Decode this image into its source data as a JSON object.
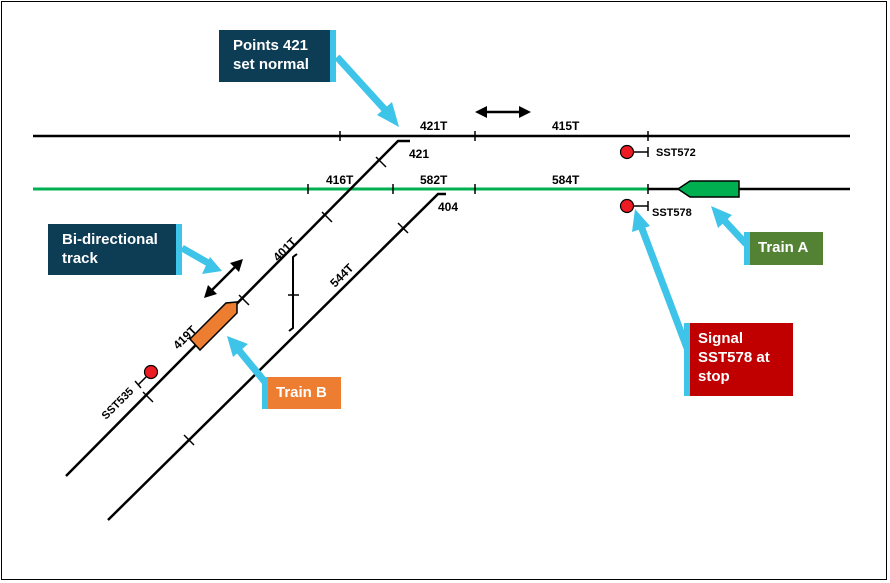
{
  "diagram": {
    "title": "Track layout with points, signals and trains",
    "colors": {
      "track": "#000000",
      "set_route": "#00b050",
      "train_a": "#00b050",
      "train_b": "#ed7d31",
      "signal_stop": "#ed1c24",
      "callout_arrow": "#3ec4e8",
      "callout_navy": "#0d3c55",
      "callout_green": "#548235",
      "callout_orange": "#ed7d31",
      "callout_red": "#c00000"
    },
    "track_sections": {
      "t421": "421T",
      "t415": "415T",
      "t416": "416T",
      "t582": "582T",
      "t584": "584T",
      "t401": "401T",
      "t419": "419T",
      "t544": "544T"
    },
    "points": {
      "p421": "421",
      "p404": "404"
    },
    "signals": {
      "s572": {
        "label": "SST572",
        "aspect": "stop"
      },
      "s578": {
        "label": "SST578",
        "aspect": "stop"
      },
      "s535": {
        "label": "SST535",
        "aspect": "stop"
      }
    },
    "trains": {
      "a": {
        "name": "Train A",
        "direction": "westbound"
      },
      "b": {
        "name": "Train B",
        "direction": "north-east"
      }
    },
    "callouts": {
      "points": "Points 421 set normal",
      "points_line1": "Points 421",
      "points_line2": "set normal",
      "bidir_line1": "Bi-directional",
      "bidir_line2": "track",
      "signal_line1": "Signal",
      "signal_line2": "SST578 at",
      "signal_line3": "stop",
      "train_a": "Train A",
      "train_b": "Train B"
    }
  }
}
